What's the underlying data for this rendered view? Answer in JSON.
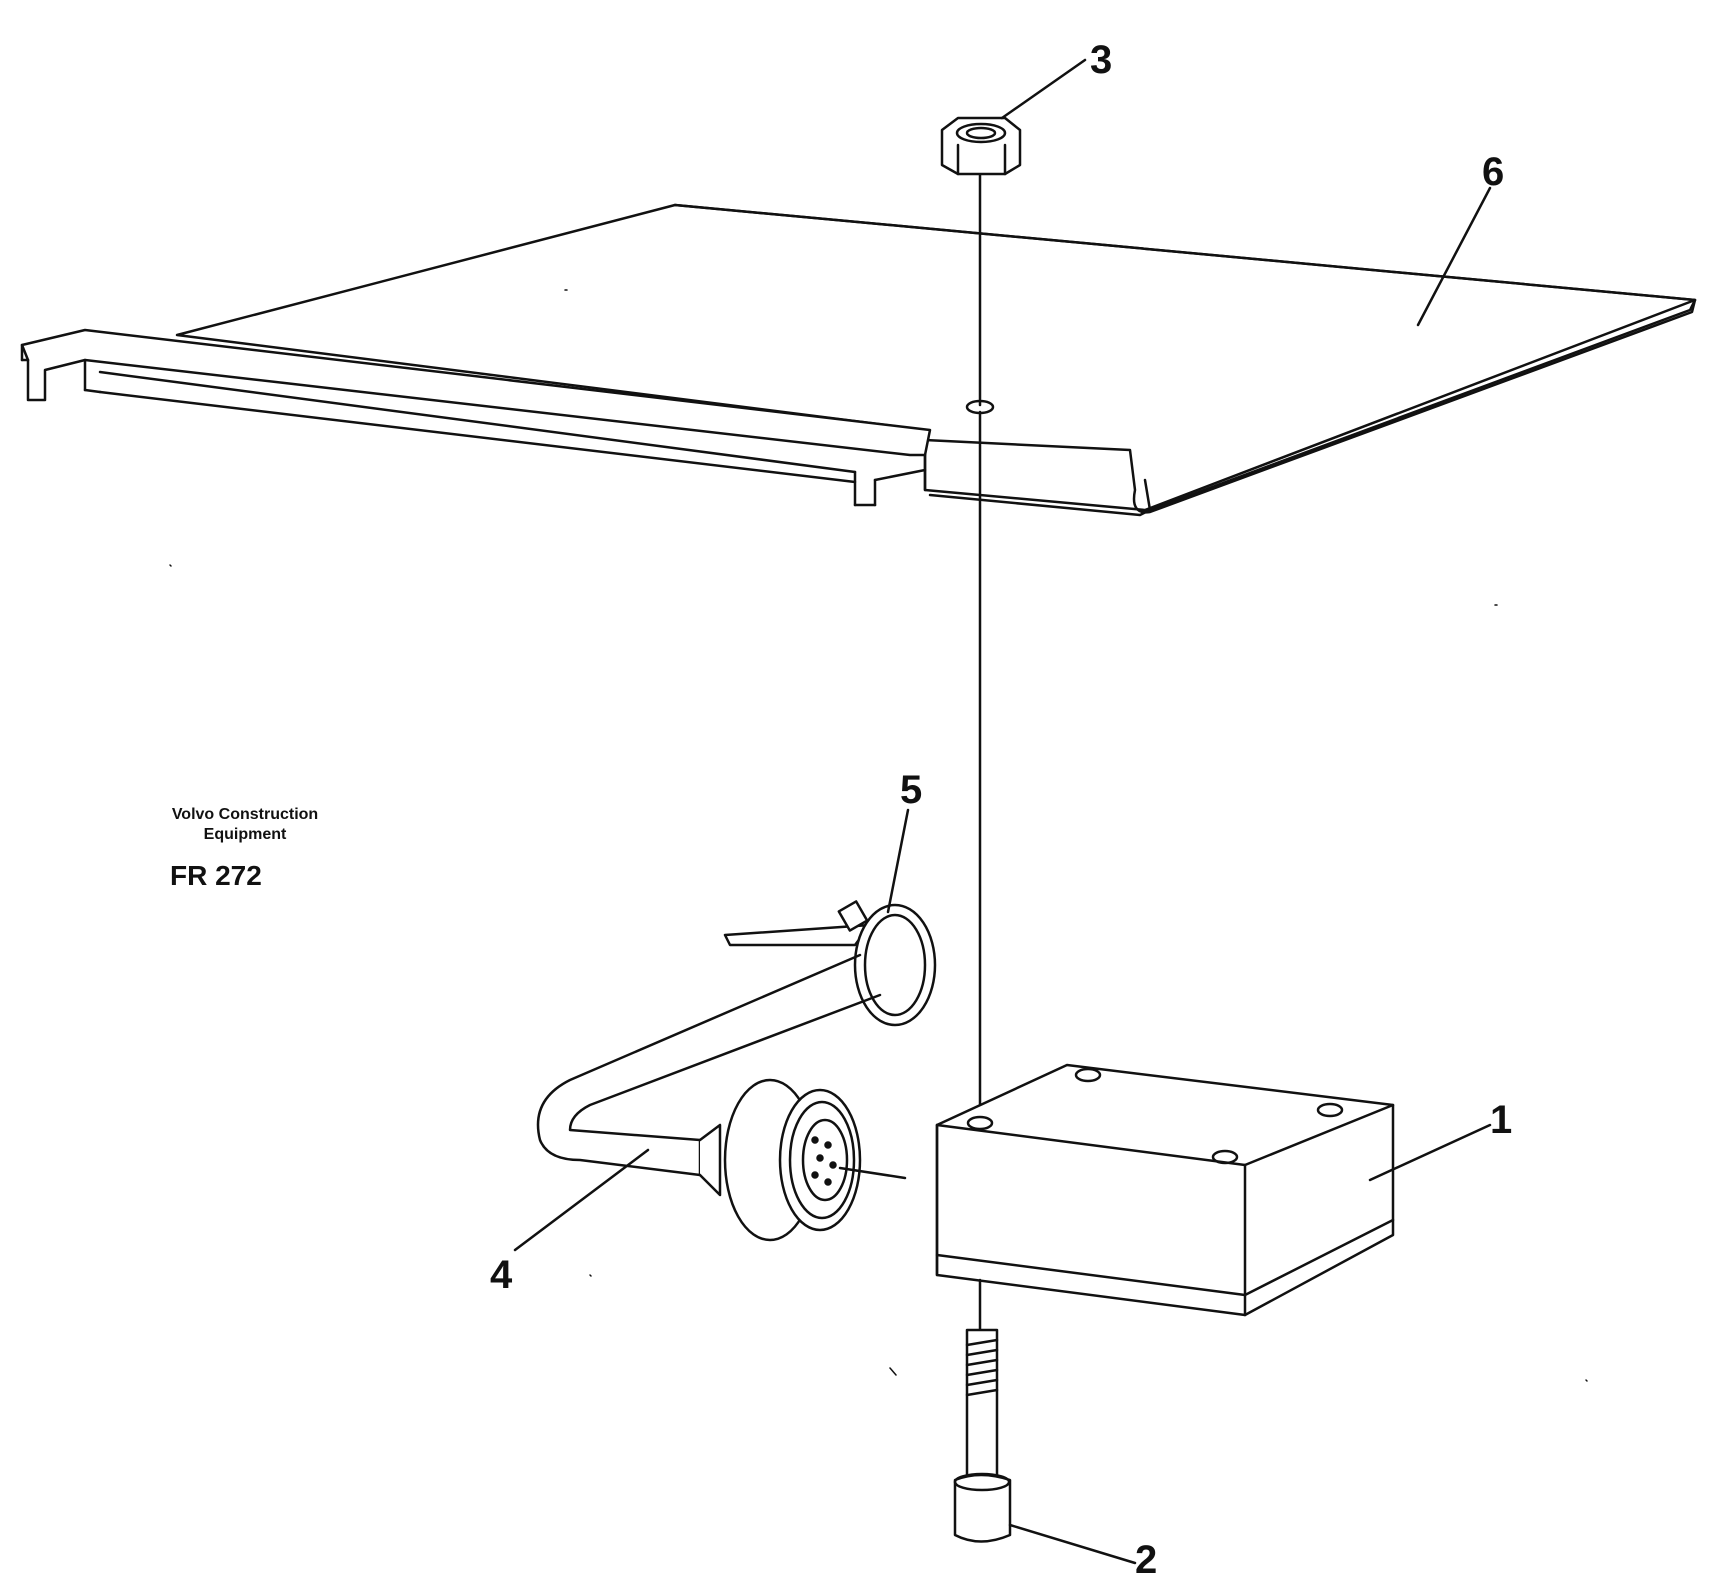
{
  "caption": {
    "company_line1": "Volvo Construction",
    "company_line2": "Equipment",
    "figure_code": "FR 272"
  },
  "callouts": [
    {
      "id": "1",
      "label": "1"
    },
    {
      "id": "2",
      "label": "2"
    },
    {
      "id": "3",
      "label": "3"
    },
    {
      "id": "4",
      "label": "4"
    },
    {
      "id": "5",
      "label": "5"
    },
    {
      "id": "6",
      "label": "6"
    }
  ],
  "colors": {
    "ink": "#111111",
    "paper": "#ffffff"
  }
}
